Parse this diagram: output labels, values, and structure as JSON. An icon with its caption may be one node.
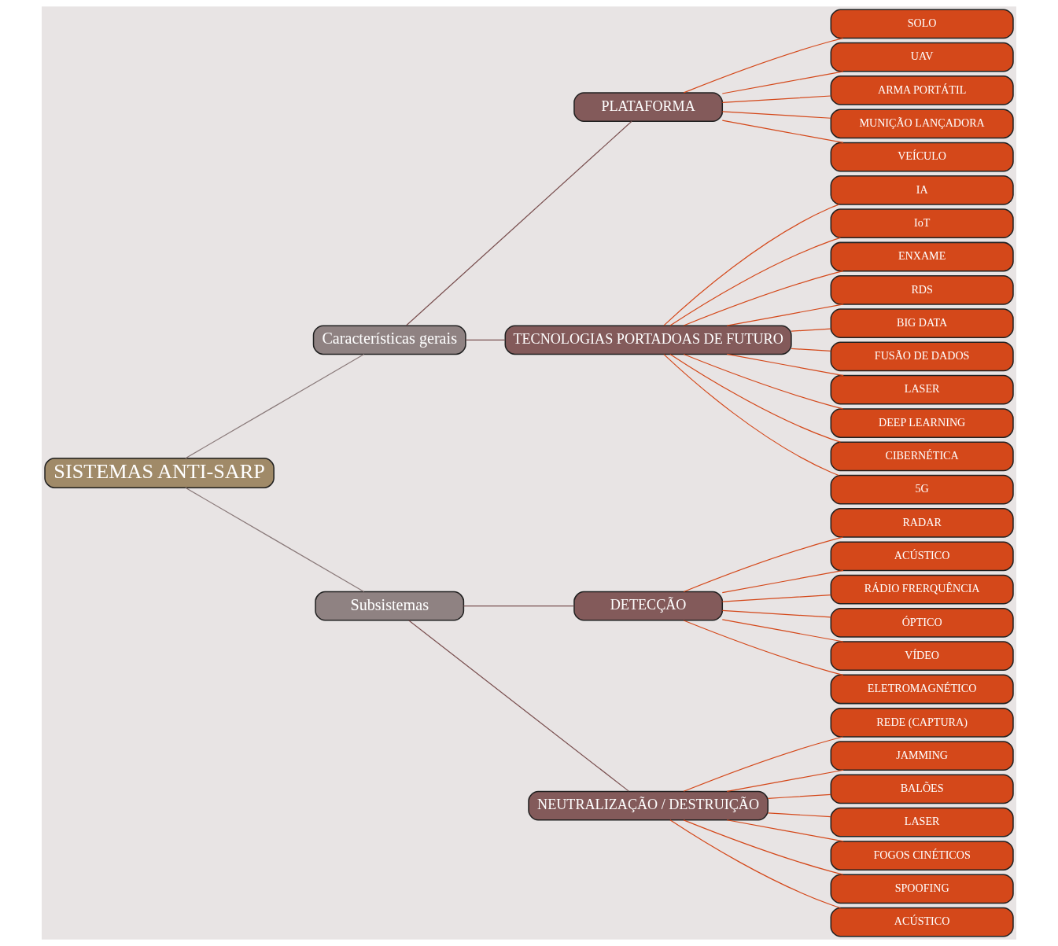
{
  "diagram": {
    "nodes": [
      {
        "text": [
          "SISTEMAS ANTI-SARP"
        ]
      },
      {
        "text": [
          "Características gerais"
        ]
      },
      {
        "text": [
          "Subsistemas"
        ]
      },
      {
        "text": [
          "PLATAFORMA"
        ]
      },
      {
        "text": [
          "TECNOLOGIAS PORTADOAS DE FUTURO"
        ]
      },
      {
        "text": [
          "DETECÇÃO"
        ]
      },
      {
        "text": [
          "NEUTRALIZAÇÃO / DESTRUIÇÃO"
        ]
      },
      {
        "text": [
          "SOLO"
        ]
      },
      {
        "text": [
          "UAV"
        ]
      },
      {
        "text": [
          "ARMA PORTÁTIL"
        ]
      },
      {
        "text": [
          "MUNIÇÃO LANÇADORA"
        ]
      },
      {
        "text": [
          "VEÍCULO"
        ]
      },
      {
        "text": [
          "IA"
        ]
      },
      {
        "text": [
          "IoT"
        ]
      },
      {
        "text": [
          "ENXAME"
        ]
      },
      {
        "text": [
          "RDS"
        ]
      },
      {
        "text": [
          "BIG DATA"
        ]
      },
      {
        "text": [
          "FUSÃO DE DADOS"
        ]
      },
      {
        "text": [
          "LASER"
        ]
      },
      {
        "text": [
          "DEEP LEARNING"
        ]
      },
      {
        "text": [
          "CIBERNÉTICA"
        ]
      },
      {
        "text": [
          "5G"
        ]
      },
      {
        "text": [
          "RADAR"
        ]
      },
      {
        "text": [
          "ACÚSTICO"
        ]
      },
      {
        "text": [
          "RÁDIO FRERQUÊNCIA"
        ]
      },
      {
        "text": [
          "ÓPTICO"
        ]
      },
      {
        "text": [
          "VÍDEO"
        ]
      },
      {
        "text": [
          "ELETROMAGNÉTICO"
        ]
      },
      {
        "text": [
          "REDE (CAPTURA)"
        ]
      },
      {
        "text": [
          "JAMMING"
        ]
      },
      {
        "text": [
          "BALÕES"
        ]
      },
      {
        "text": [
          "LASER"
        ]
      },
      {
        "text": [
          "FOGOS CINÉTICOS"
        ]
      },
      {
        "text": [
          "SPOOFING"
        ]
      },
      {
        "text": [
          "ACÚSTICO"
        ]
      }
    ],
    "edges": [
      {
        "from": 0,
        "to": 1,
        "arrow": "none",
        "color": "#8a7a7a"
      },
      {
        "from": 0,
        "to": 2,
        "arrow": "none",
        "color": "#8a7a7a"
      },
      {
        "from": 1,
        "to": 3,
        "arrow": "none",
        "color": "#7a5050"
      },
      {
        "from": 1,
        "to": 4,
        "arrow": "none",
        "color": "#7a5050"
      },
      {
        "from": 2,
        "to": 5,
        "arrow": "none",
        "color": "#7a5050"
      },
      {
        "from": 2,
        "to": 6,
        "arrow": "none",
        "color": "#7a5050"
      },
      {
        "from": 3,
        "to": 7,
        "arrow": "none"
      },
      {
        "from": 3,
        "to": 8,
        "arrow": "none"
      },
      {
        "from": 3,
        "to": 9,
        "arrow": "none"
      },
      {
        "from": 3,
        "to": 10,
        "arrow": "none"
      },
      {
        "from": 3,
        "to": 11,
        "arrow": "none"
      },
      {
        "from": 4,
        "to": 12,
        "arrow": "none"
      },
      {
        "from": 4,
        "to": 13,
        "arrow": "none"
      },
      {
        "from": 4,
        "to": 14,
        "arrow": "none"
      },
      {
        "from": 4,
        "to": 15,
        "arrow": "none"
      },
      {
        "from": 4,
        "to": 16,
        "arrow": "none"
      },
      {
        "from": 4,
        "to": 17,
        "arrow": "none"
      },
      {
        "from": 4,
        "to": 18,
        "arrow": "none"
      },
      {
        "from": 4,
        "to": 19,
        "arrow": "none"
      },
      {
        "from": 4,
        "to": 20,
        "arrow": "none"
      },
      {
        "from": 4,
        "to": 21,
        "arrow": "none"
      },
      {
        "from": 5,
        "to": 22,
        "arrow": "none"
      },
      {
        "from": 5,
        "to": 23,
        "arrow": "none"
      },
      {
        "from": 5,
        "to": 24,
        "arrow": "none"
      },
      {
        "from": 5,
        "to": 25,
        "arrow": "none"
      },
      {
        "from": 5,
        "to": 26,
        "arrow": "none"
      },
      {
        "from": 5,
        "to": 27,
        "arrow": "none"
      },
      {
        "from": 6,
        "to": 28,
        "arrow": "none"
      },
      {
        "from": 6,
        "to": 29,
        "arrow": "none"
      },
      {
        "from": 6,
        "to": 30,
        "arrow": "none"
      },
      {
        "from": 6,
        "to": 31,
        "arrow": "none"
      },
      {
        "from": 6,
        "to": 32,
        "arrow": "none"
      },
      {
        "from": 6,
        "to": 33,
        "arrow": "none"
      },
      {
        "from": 6,
        "to": 34,
        "arrow": "none"
      }
    ]
  }
}
